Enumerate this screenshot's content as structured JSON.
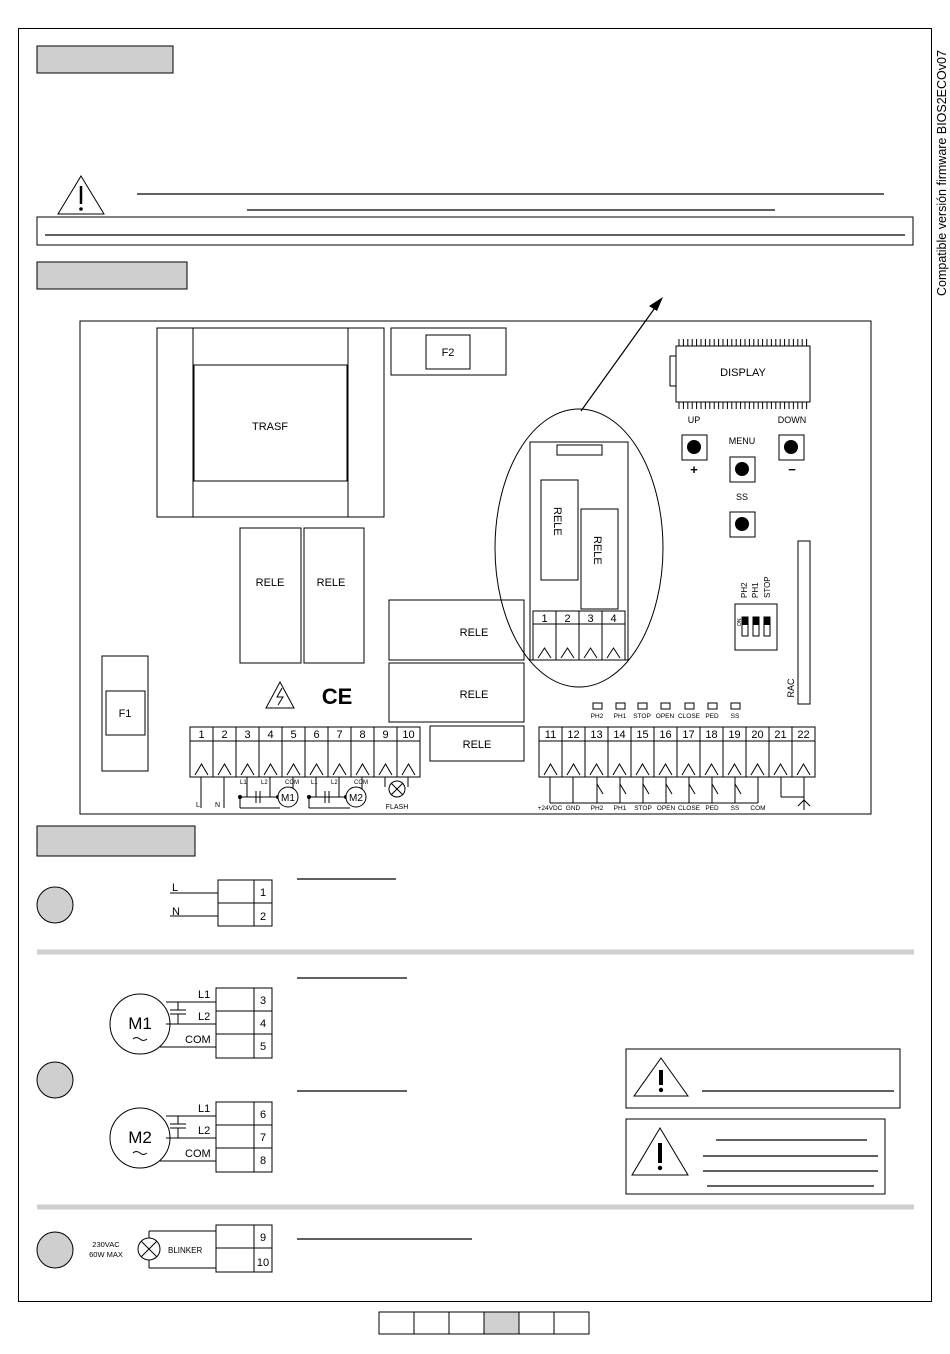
{
  "doc": {
    "side_text": "Compatible versión firmware BIOS2ECOv07",
    "board": {
      "trafo_label": "TRASF",
      "fuse_f2": "F2",
      "fuse_f1": "F1",
      "display_label": "DISPLAY",
      "btn_up": "UP",
      "btn_menu": "MENU",
      "btn_down": "DOWN",
      "btn_ss": "SS",
      "plus": "+",
      "minus": "−",
      "relay_v1": "RELE",
      "relay_v2": "RELE",
      "relay_a": "RELE",
      "relay_b": "RELE",
      "relay_h1": "RELE",
      "relay_h2": "RELE",
      "relay_h3": "RELE",
      "mod_terms": [
        "1",
        "2",
        "3",
        "4"
      ],
      "rac_label": "RAC",
      "dip_labels": [
        "PH2",
        "PH1",
        "STOP"
      ],
      "dip_on": "ON",
      "led_labels": [
        "PH2",
        "PH1",
        "STOP",
        "OPEN",
        "CLOSE",
        "PED",
        "SS"
      ],
      "terms_left": [
        "1",
        "2",
        "3",
        "4",
        "5",
        "6",
        "7",
        "8",
        "9",
        "10"
      ],
      "terms_right": [
        "11",
        "12",
        "13",
        "14",
        "15",
        "16",
        "17",
        "18",
        "19",
        "20",
        "21",
        "22"
      ],
      "wire_L": "L",
      "wire_N": "N",
      "m1_l1": "L1",
      "m1_l2": "L2",
      "m1_com": "COM",
      "m1": "M1",
      "m2_l1": "L1",
      "m2_l2": "L2",
      "m2_com": "COM",
      "m2": "M2",
      "flash": "FLASH",
      "bottom_labels": [
        "+24VDC",
        "GND",
        "PH2",
        "PH1",
        "STOP",
        "OPEN",
        "CLOSE",
        "PED",
        "SS",
        "COM"
      ],
      "ce": "CE"
    },
    "section1": {
      "L": "L",
      "N": "N",
      "t1": "1",
      "t2": "2"
    },
    "section2": {
      "m1": "M1",
      "m1_l1": "L1",
      "m1_l2": "L2",
      "m1_com": "COM",
      "t3": "3",
      "t4": "4",
      "t5": "5",
      "m2": "M2",
      "m2_l1": "L1",
      "m2_l2": "L2",
      "m2_com": "COM",
      "t6": "6",
      "t7": "7",
      "t8": "8"
    },
    "section3": {
      "v230": "230VAC",
      "w60": "60W MAX",
      "blinker": "BLINKER",
      "t9": "9",
      "t10": "10"
    },
    "pager": {
      "cells": 6,
      "active": 4
    }
  }
}
